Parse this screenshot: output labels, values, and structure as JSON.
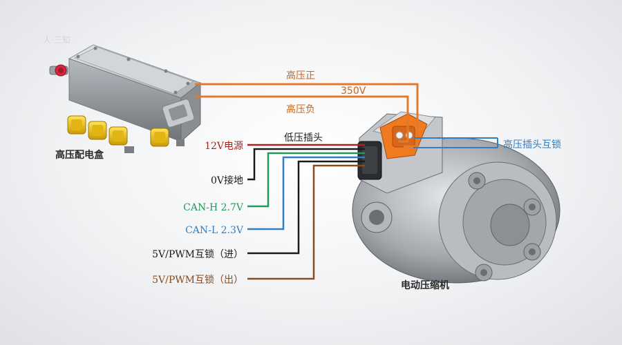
{
  "watermark": "人·三知",
  "labels": {
    "hv_box": "高压配电盒",
    "hv_positive": "高压正",
    "voltage": "350V",
    "hv_negative": "高压负",
    "lv_plug": "低压插头",
    "power_12v": "12V电源",
    "ground_0v": "0V接地",
    "can_h": "CAN-H 2.7V",
    "can_l": "CAN-L 2.3V",
    "interlock_in": "5V/PWM互锁（进）",
    "interlock_out": "5V/PWM互锁（出）",
    "hv_plug_interlock": "高压插头互锁",
    "compressor": "电动压缩机"
  },
  "colors": {
    "hv": "#e07a2e",
    "hv_text": "#c8641c",
    "power_12v": "#a8231e",
    "ground": "#1a1a1a",
    "can_h": "#1f9a5a",
    "can_l": "#2f7ec4",
    "interlock_in": "#1a1a1a",
    "interlock_out": "#8a4a1e",
    "hv_interlock": "#2f7ec4",
    "connector_yellow": "#f2c318",
    "connector_orange": "#ef7a1f"
  }
}
